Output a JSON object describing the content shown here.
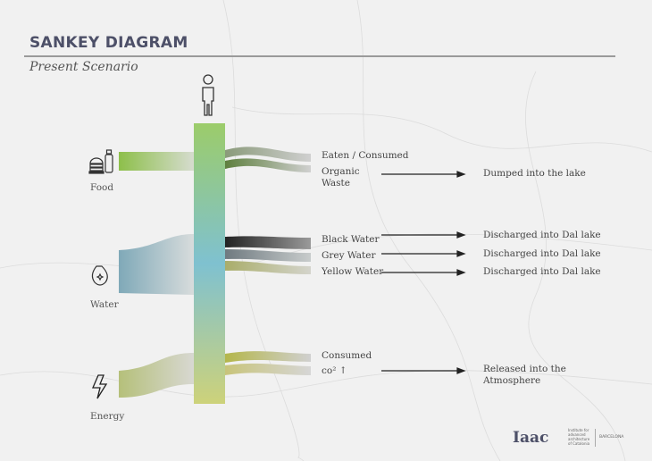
{
  "header": {
    "title": "SANKEY DIAGRAM",
    "subtitle": "Present Scenario"
  },
  "sources": [
    {
      "label": "Food",
      "icon": "food-icon",
      "color": "#8dbf4a"
    },
    {
      "label": "Water",
      "icon": "water-icon",
      "color": "#7fa9b8"
    },
    {
      "label": "Energy",
      "icon": "energy-icon",
      "color": "#b5c07a"
    }
  ],
  "center": {
    "icon": "person-icon",
    "gradient": [
      "#9ccc6a",
      "#7fc1d0",
      "#cdd27a"
    ]
  },
  "outputs": [
    {
      "label": "Eaten / Consumed",
      "color": "#8a9a7a",
      "destination": ""
    },
    {
      "label": "Organic Waste",
      "color": "#5e7f3e",
      "destination": "Dumped into the lake"
    },
    {
      "label": "Black Water",
      "color": "#2a2a2a",
      "destination": "Discharged into Dal lake"
    },
    {
      "label": "Grey Water",
      "color": "#6f7a80",
      "destination": "Discharged into Dal lake"
    },
    {
      "label": "Yellow Water",
      "color": "#a9ad6a",
      "destination": "Discharged into Dal lake"
    },
    {
      "label": "Consumed",
      "color": "#b4b64a",
      "destination": ""
    },
    {
      "label": "co² ↑",
      "color": "#c8c47a",
      "destination": "Released into the Atmosphere"
    }
  ],
  "logo": {
    "mark": "Iaac",
    "text": "Institute for advanced architecture of Catalonia",
    "city": "BARCELONA"
  }
}
